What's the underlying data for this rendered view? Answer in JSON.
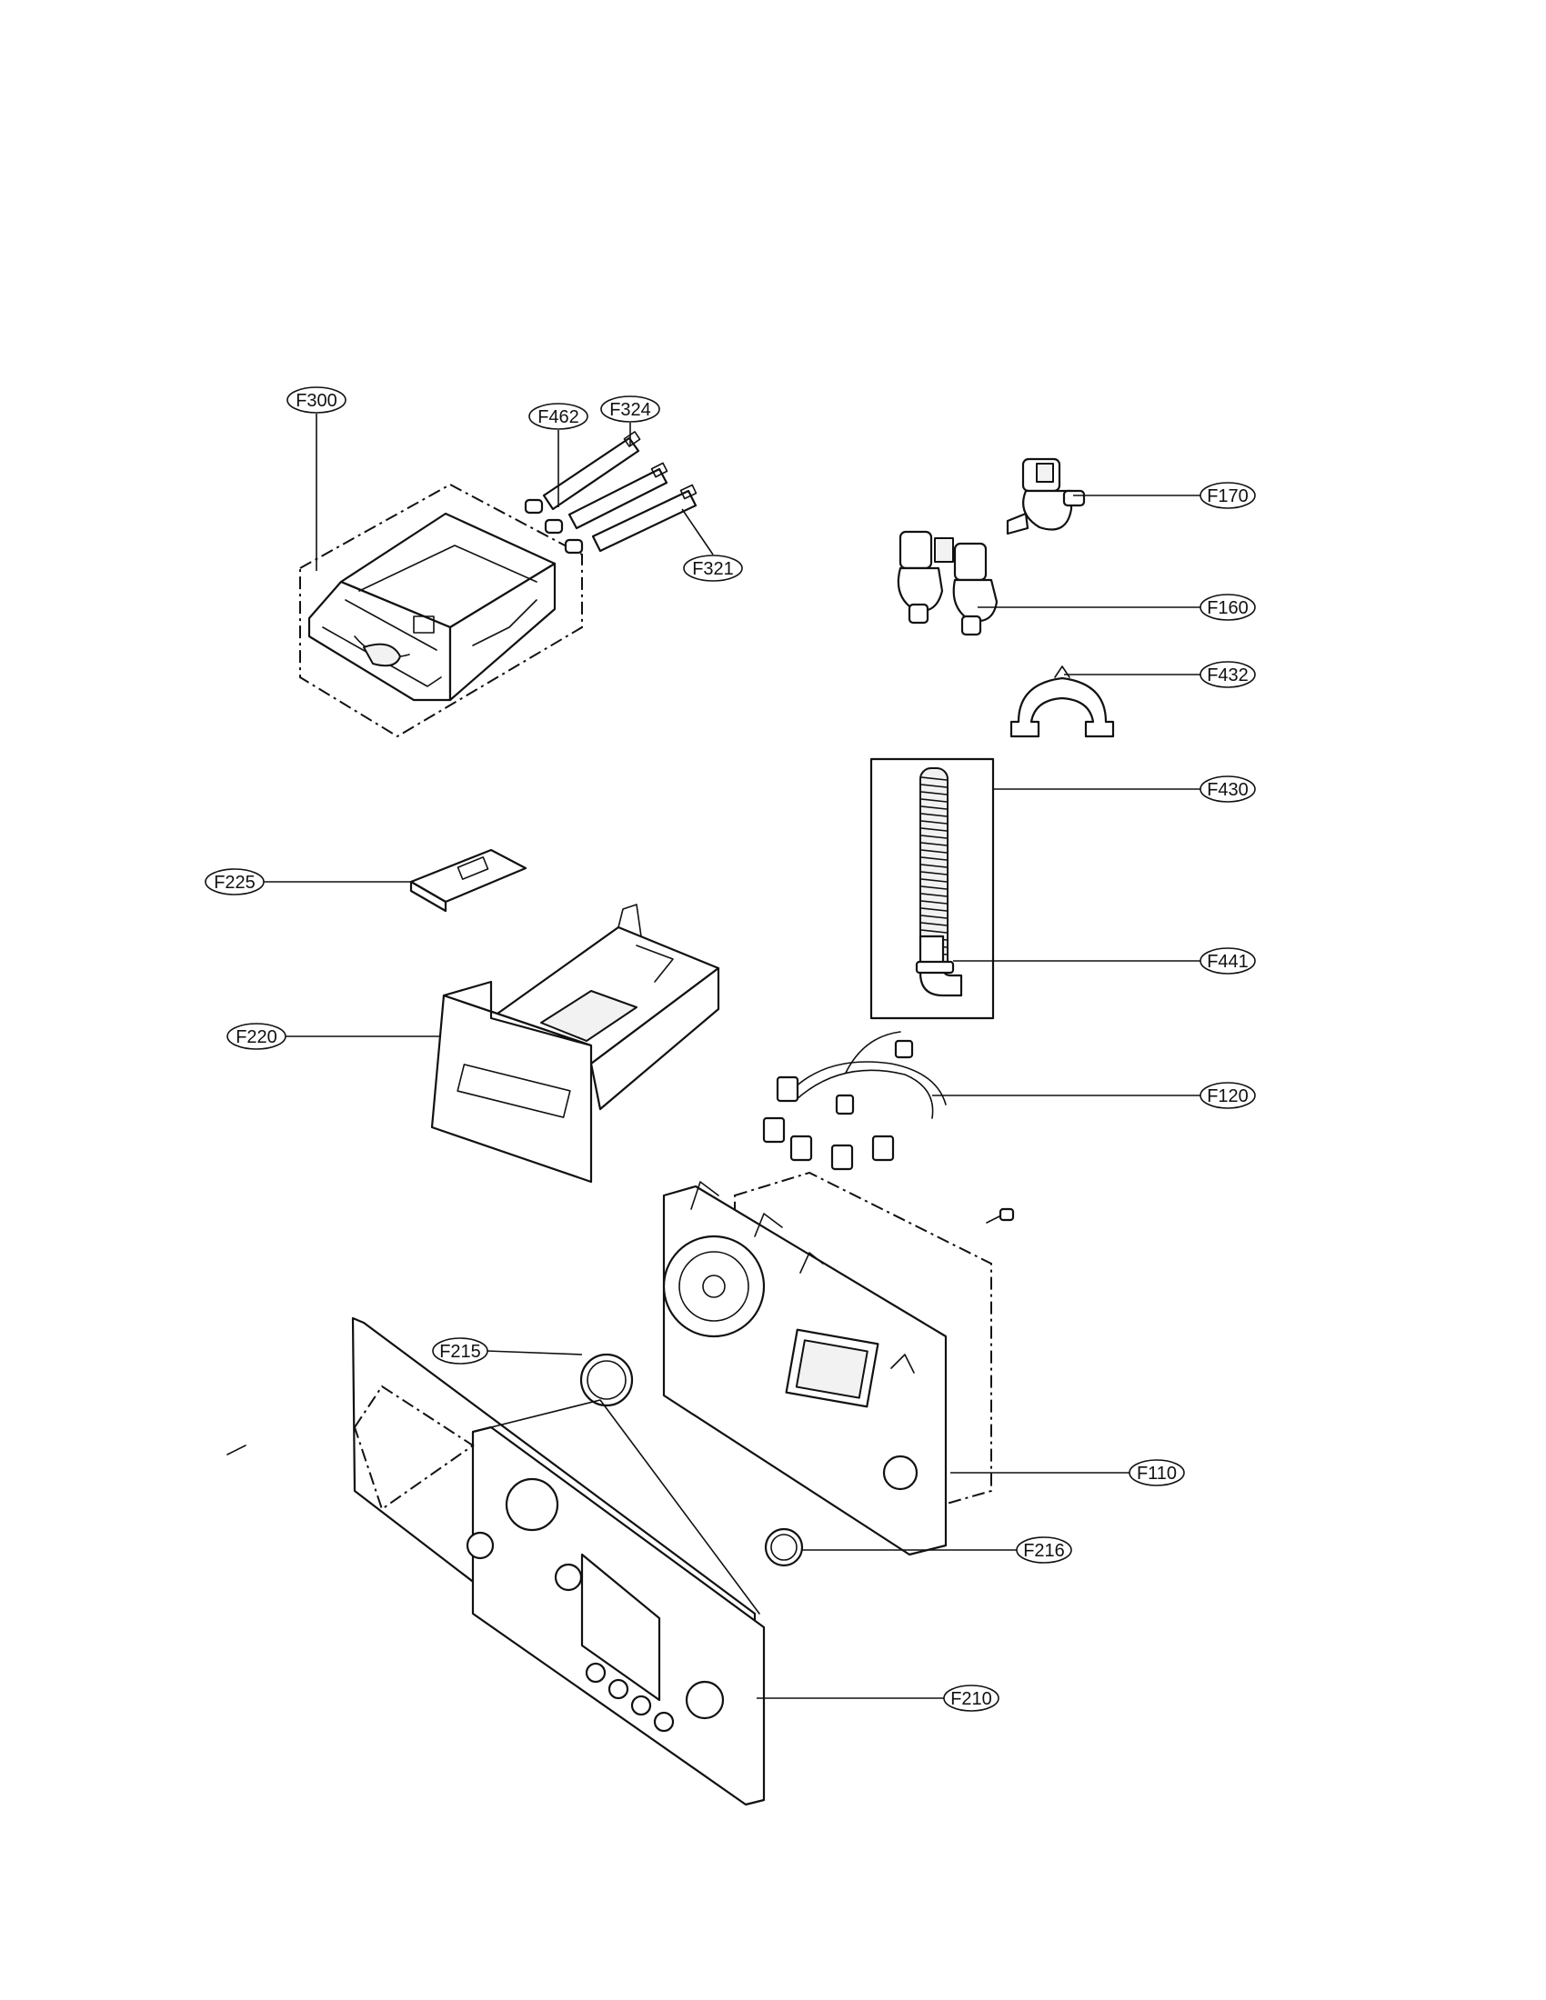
{
  "callouts": [
    {
      "id": "F300"
    },
    {
      "id": "F462"
    },
    {
      "id": "F324"
    },
    {
      "id": "F321"
    },
    {
      "id": "F170"
    },
    {
      "id": "F160"
    },
    {
      "id": "F432"
    },
    {
      "id": "F430"
    },
    {
      "id": "F441"
    },
    {
      "id": "F225"
    },
    {
      "id": "F220"
    },
    {
      "id": "F120"
    },
    {
      "id": "F215"
    },
    {
      "id": "F110"
    },
    {
      "id": "F216"
    },
    {
      "id": "F210"
    }
  ],
  "colors": {
    "line": "#111111",
    "background": "#ffffff"
  }
}
